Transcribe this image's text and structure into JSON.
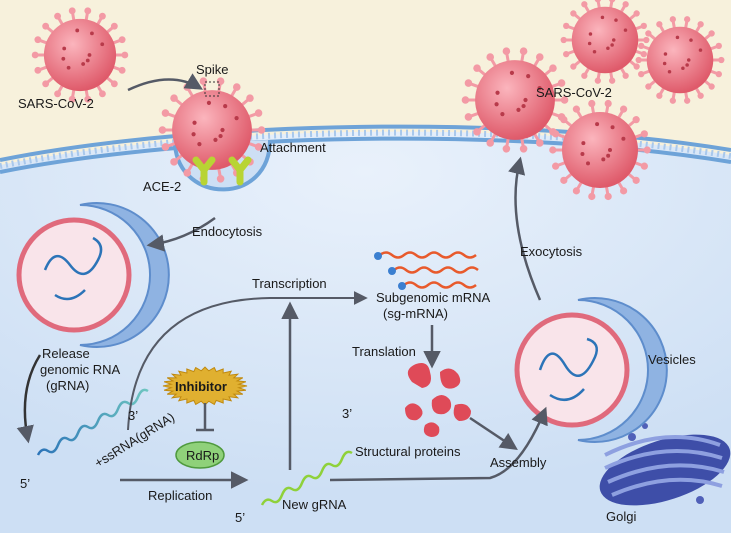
{
  "labels": {
    "sars_left": "SARS-CoV-2",
    "sars_right": "SARS-CoV-2",
    "spike": "Spike",
    "attachment": "Attachment",
    "ace2": "ACE-2",
    "endocytosis": "Endocytosis",
    "release_line1": "Release",
    "release_line2": "genomic RNA",
    "release_line3": "(gRNA)",
    "transcription": "Transcription",
    "sg_line1": "Subgenomic mRNA",
    "sg_line2": "(sg-mRNA)",
    "translation": "Translation",
    "structural": "Structural proteins",
    "assembly": "Assembly",
    "exocytosis": "Exocytosis",
    "vesicles": "Vesicles",
    "golgi": "Golgi",
    "inhibitor": "Inhibitor",
    "rdrp": "RdRp",
    "replication": "Replication",
    "new_grna": "New gRNA",
    "ssrna": "+ssRNA(gRNA)",
    "three_prime": "3’",
    "five_prime": "5’"
  },
  "colors": {
    "background": "#f7f1dc",
    "cytoplasm": "#dce8f8",
    "membrane": "#6ea3d8",
    "virus": "#e8717f",
    "virus_spike": "#f39aa5",
    "arrow": "#555a66",
    "inhibitor": "#e0b030",
    "rdrp": "#8fd17a",
    "golgi": "#5060b8",
    "sg_mrna": "#e85a2c",
    "new_grna": "#8fd13a",
    "genomic_rna": "#2c74b8"
  }
}
